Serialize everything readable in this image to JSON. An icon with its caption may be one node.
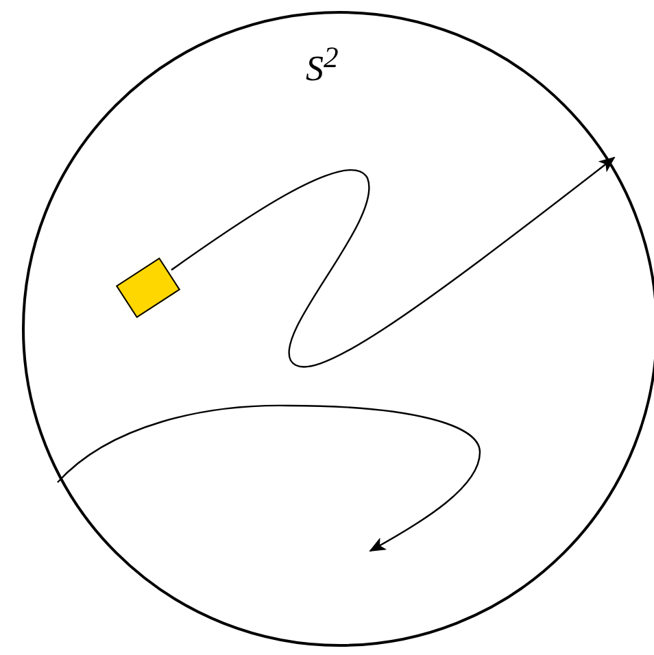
{
  "diagram": {
    "nodes": [
      {
        "text": [
          "S$^{2}$"
        ]
      },
      {
        "text": [],
        "shape": "box",
        "in": 0
      }
    ],
    "edges": [
      {
        "from": 1,
        "to": 0,
        "arrow": "to"
      },
      {
        "from": 0,
        "to": null,
        "arrow": "to"
      }
    ]
  }
}
